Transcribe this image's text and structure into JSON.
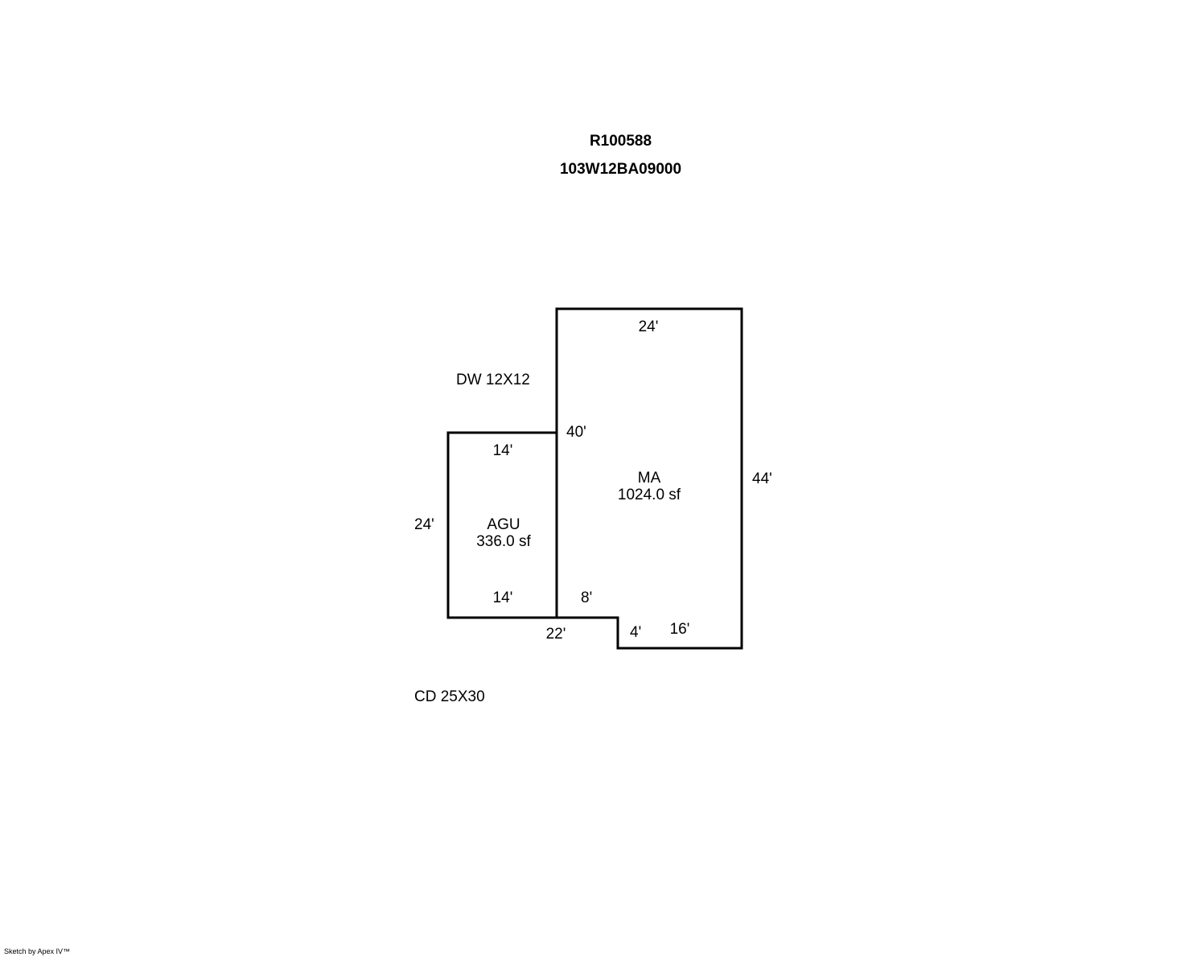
{
  "header": {
    "record_id": "R100588",
    "parcel_id": "103W12BA09000"
  },
  "annotations": {
    "driveway": "DW 12X12",
    "deck": "CD 25X30"
  },
  "areas": {
    "main": {
      "code": "MA",
      "area": "1024.0 sf"
    },
    "garage": {
      "code": "AGU",
      "area": "336.0 sf"
    }
  },
  "dimensions": {
    "ma_top": "24'",
    "ma_left": "40'",
    "ma_right": "44'",
    "ma_step_vertical": "8'",
    "ma_notch_vertical": "4'",
    "ma_bottom": "16'",
    "agu_top": "14'",
    "agu_bottom": "14'",
    "agu_left": "24'",
    "combined_bottom": "22'"
  },
  "footer": {
    "credit": "Sketch by Apex IV™"
  },
  "colors": {
    "line": "#000000",
    "background": "#ffffff"
  }
}
